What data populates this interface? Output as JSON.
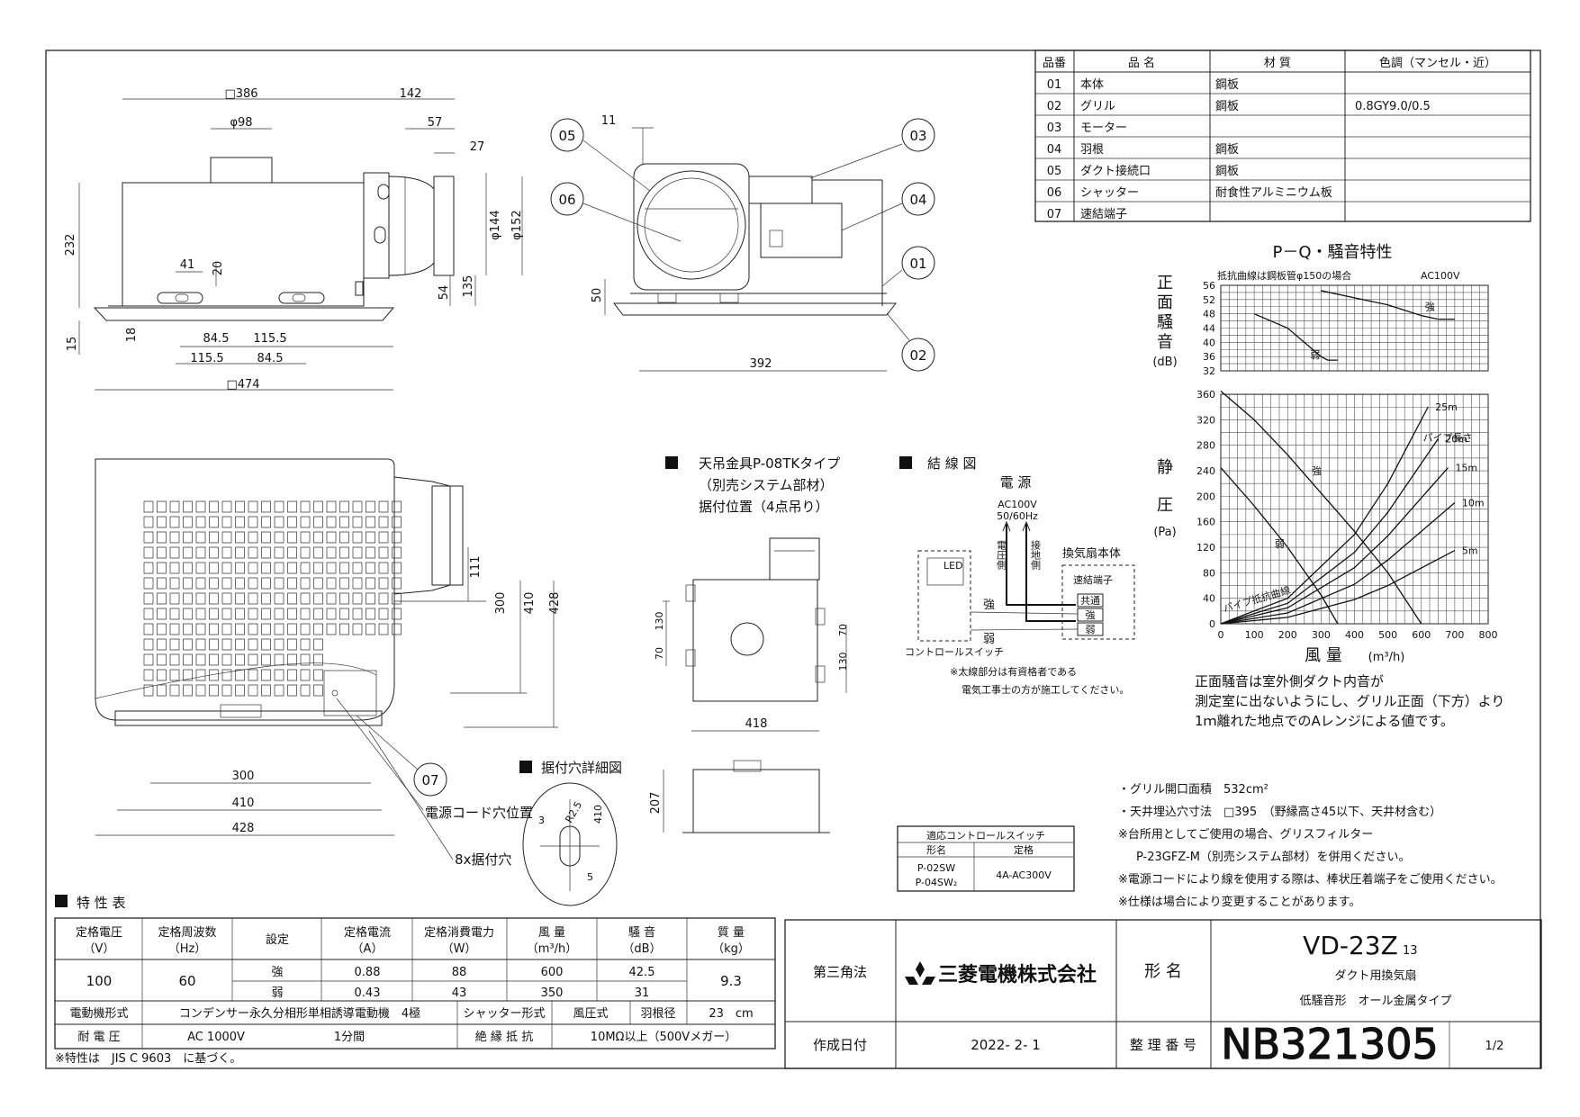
{
  "views": {
    "front": {
      "dims": [
        "□386",
        "142",
        "φ98",
        "57",
        "27",
        "232",
        "φ144",
        "φ152",
        "41",
        "20",
        "54",
        "135",
        "15",
        "18",
        "84.5",
        "115.5",
        "115.5",
        "84.5",
        "□474"
      ]
    },
    "side": {
      "dims": [
        "11",
        "50",
        "392"
      ],
      "callouts": [
        "05",
        "06",
        "03",
        "04",
        "01",
        "02"
      ]
    },
    "bottom": {
      "dims": [
        "111",
        "300",
        "410",
        "428",
        "300",
        "410",
        "428"
      ],
      "callouts": [
        "07"
      ]
    }
  },
  "labels": {
    "hanger_title": "天吊金具P-08TKタイプ",
    "hanger_sub1": "（別売システム部材）",
    "hanger_sub2": "据付位置（4点吊り）",
    "hanger_dims": [
      "70",
      "130",
      "130",
      "70",
      "418",
      "207"
    ],
    "wiring_title": "結 線 図",
    "power": "電 源",
    "power_spec1": "AC100V",
    "power_spec2": "50/60Hz",
    "v_side": "電圧側",
    "g_side": "接地側",
    "fan_body": "換気扇本体",
    "terminal": "速結端子",
    "term_common": "共通",
    "term_strong": "強",
    "term_weak": "弱",
    "sw_strong": "強",
    "sw_weak": "弱",
    "led": "LED",
    "control_switch": "コントロールスイッチ",
    "note_qual1": "※太線部分は有資格者である",
    "note_qual2": "電気工事士の方が施工してください。",
    "hole_detail": "据付穴詳細図",
    "hole_dims": [
      "R2.5",
      "3",
      "410",
      "5"
    ],
    "power_cord": "電源コード穴位置",
    "mount_holes": "8x据付穴"
  },
  "parts": {
    "headers": [
      "品番",
      "品 名",
      "材 質",
      "色調（マンセル・近）"
    ],
    "rows": [
      {
        "no": "01",
        "name": "本体",
        "material": "鋼板",
        "color": ""
      },
      {
        "no": "02",
        "name": "グリル",
        "material": "鋼板",
        "color": "0.8GY9.0/0.5"
      },
      {
        "no": "03",
        "name": "モーター",
        "material": "",
        "color": ""
      },
      {
        "no": "04",
        "name": "羽根",
        "material": "鋼板",
        "color": ""
      },
      {
        "no": "05",
        "name": "ダクト接続口",
        "material": "鋼板",
        "color": ""
      },
      {
        "no": "06",
        "name": "シャッター",
        "material": "耐食性アルミニウム板",
        "color": ""
      },
      {
        "no": "07",
        "name": "速結端子",
        "material": "",
        "color": ""
      }
    ]
  },
  "chart_data": {
    "type": "line",
    "title": "P－Q・騒音特性",
    "noise": {
      "ylabel_chars": [
        "正",
        "面",
        "騒",
        "音"
      ],
      "yunit": "(dB)",
      "note": "抵抗曲線は鋼板管φ150の場合",
      "supply": "AC100V",
      "yticks": [
        56,
        52,
        48,
        44,
        40,
        36,
        32
      ],
      "ylim": [
        32,
        56
      ],
      "xlim": [
        0,
        800
      ],
      "series": [
        {
          "name": "強",
          "points": [
            [
              300,
              54.5
            ],
            [
              400,
              52.5
            ],
            [
              500,
              50.5
            ],
            [
              600,
              47.5
            ],
            [
              650,
              46.5
            ],
            [
              700,
              46.5
            ]
          ]
        },
        {
          "name": "弱",
          "points": [
            [
              100,
              48
            ],
            [
              200,
              44
            ],
            [
              250,
              40
            ],
            [
              300,
              36
            ],
            [
              320,
              35
            ],
            [
              350,
              35
            ]
          ]
        }
      ]
    },
    "pq": {
      "ylabel_chars": [
        "静",
        "圧"
      ],
      "yunit": "(Pa)",
      "xlabel": "風 量",
      "xunit": "(m³/h)",
      "yticks": [
        360,
        340,
        320,
        300,
        280,
        260,
        240,
        220,
        200,
        180,
        160,
        140,
        120,
        100,
        80,
        60,
        40,
        20,
        0
      ],
      "ytick_labels": [
        360,
        320,
        280,
        240,
        200,
        160,
        120,
        80,
        40,
        0
      ],
      "xticks": [
        0,
        100,
        200,
        300,
        400,
        500,
        600,
        700,
        800
      ],
      "xlim": [
        0,
        800
      ],
      "ylim": [
        0,
        370
      ],
      "pipe_length_title": "パイプ長さ",
      "pipe_resistance": "パイプ抵抗曲線",
      "series": [
        {
          "name": "強",
          "points": [
            [
              0,
              365
            ],
            [
              100,
              320
            ],
            [
              200,
              265
            ],
            [
              300,
              205
            ],
            [
              400,
              145
            ],
            [
              500,
              80
            ],
            [
              600,
              0
            ]
          ]
        },
        {
          "name": "弱",
          "points": [
            [
              0,
              245
            ],
            [
              100,
              185
            ],
            [
              200,
              120
            ],
            [
              300,
              45
            ],
            [
              350,
              0
            ]
          ]
        },
        {
          "name": "25m",
          "points": [
            [
              0,
              0
            ],
            [
              200,
              40
            ],
            [
              400,
              140
            ],
            [
              500,
              220
            ],
            [
              620,
              340
            ]
          ]
        },
        {
          "name": "20m",
          "points": [
            [
              0,
              0
            ],
            [
              200,
              32
            ],
            [
              400,
              112
            ],
            [
              500,
              175
            ],
            [
              650,
              290
            ]
          ]
        },
        {
          "name": "15m",
          "points": [
            [
              0,
              0
            ],
            [
              200,
              25
            ],
            [
              400,
              88
            ],
            [
              500,
              138
            ],
            [
              680,
              245
            ]
          ]
        },
        {
          "name": "10m",
          "points": [
            [
              0,
              0
            ],
            [
              200,
              17
            ],
            [
              400,
              62
            ],
            [
              500,
              100
            ],
            [
              700,
              190
            ]
          ]
        },
        {
          "name": "5m",
          "points": [
            [
              0,
              0
            ],
            [
              200,
              10
            ],
            [
              400,
              38
            ],
            [
              500,
              60
            ],
            [
              700,
              115
            ]
          ]
        }
      ]
    }
  },
  "notes": {
    "noise1": "正面騒音は室外側ダクト内音が",
    "noise2": "測定室に出ないようにし、グリル正面（下方）より",
    "noise3": "1ｍ離れた地点でのAレンジによる値です。",
    "spec1": "・グリル開口面積　532cm²",
    "spec2": "・天井埋込穴寸法　□395　（野縁高さ45以下、天井材含む）",
    "spec3": "※台所用としてご使用の場合、グリスフィルター",
    "spec4": "P-23GFZ-M（別売システム部材）を併用ください。",
    "spec5": "※電源コードにより線を使用する際は、棒状圧着端子をご使用ください。",
    "spec6": "※仕様は場合により変更することがあります。"
  },
  "switch_table": {
    "title": "適応コントロールスイッチ",
    "h_model": "形名",
    "h_rating": "定格",
    "model1": "P-02SW",
    "model2": "P-04SW₂",
    "rating": "4A-AC300V"
  },
  "spec_table": {
    "title": "特 性 表",
    "headers": [
      "定格電圧\n（V）",
      "定格周波数\n（Hz）",
      "設定",
      "定格電流\n（A）",
      "定格消費電力\n（W）",
      "風 量\n（m³/h）",
      "騒 音\n（dB）",
      "質 量\n（kg）"
    ],
    "voltage": "100",
    "freq": "60",
    "rows": [
      {
        "setting": "強",
        "current": "0.88",
        "power": "88",
        "airflow": "600",
        "noise": "42.5"
      },
      {
        "setting": "弱",
        "current": "0.43",
        "power": "43",
        "airflow": "350",
        "noise": "31"
      }
    ],
    "mass": "9.3",
    "motor_label": "電動機形式",
    "motor_value": "コンデンサー永久分相形単相誘導電動機　4極",
    "shutter_label": "シャッター形式",
    "shutter_value": "風圧式",
    "blade_label": "羽根径",
    "blade_value": "23　cm",
    "withstand_label": "耐 電 圧",
    "withstand_value": "AC 1000V",
    "withstand_time": "1分間",
    "insulation_label": "絶 縁 抵 抗",
    "insulation_value": "10MΩ以上（500Vメガー）",
    "footnote": "※特性は　JIS C 9603　に基づく。"
  },
  "title_block": {
    "projection": "第三角法",
    "company": "三菱電機株式会社",
    "model_label": "形 名",
    "model": "VD-23Z",
    "model_suffix": "13",
    "desc1": "ダクト用換気扇",
    "desc2": "低騒音形　オール金属タイプ",
    "date_label": "作成日付",
    "date": "2022- 2- 1",
    "doc_label": "整 理 番 号",
    "doc_no": "NB321305",
    "page": "1/2"
  }
}
